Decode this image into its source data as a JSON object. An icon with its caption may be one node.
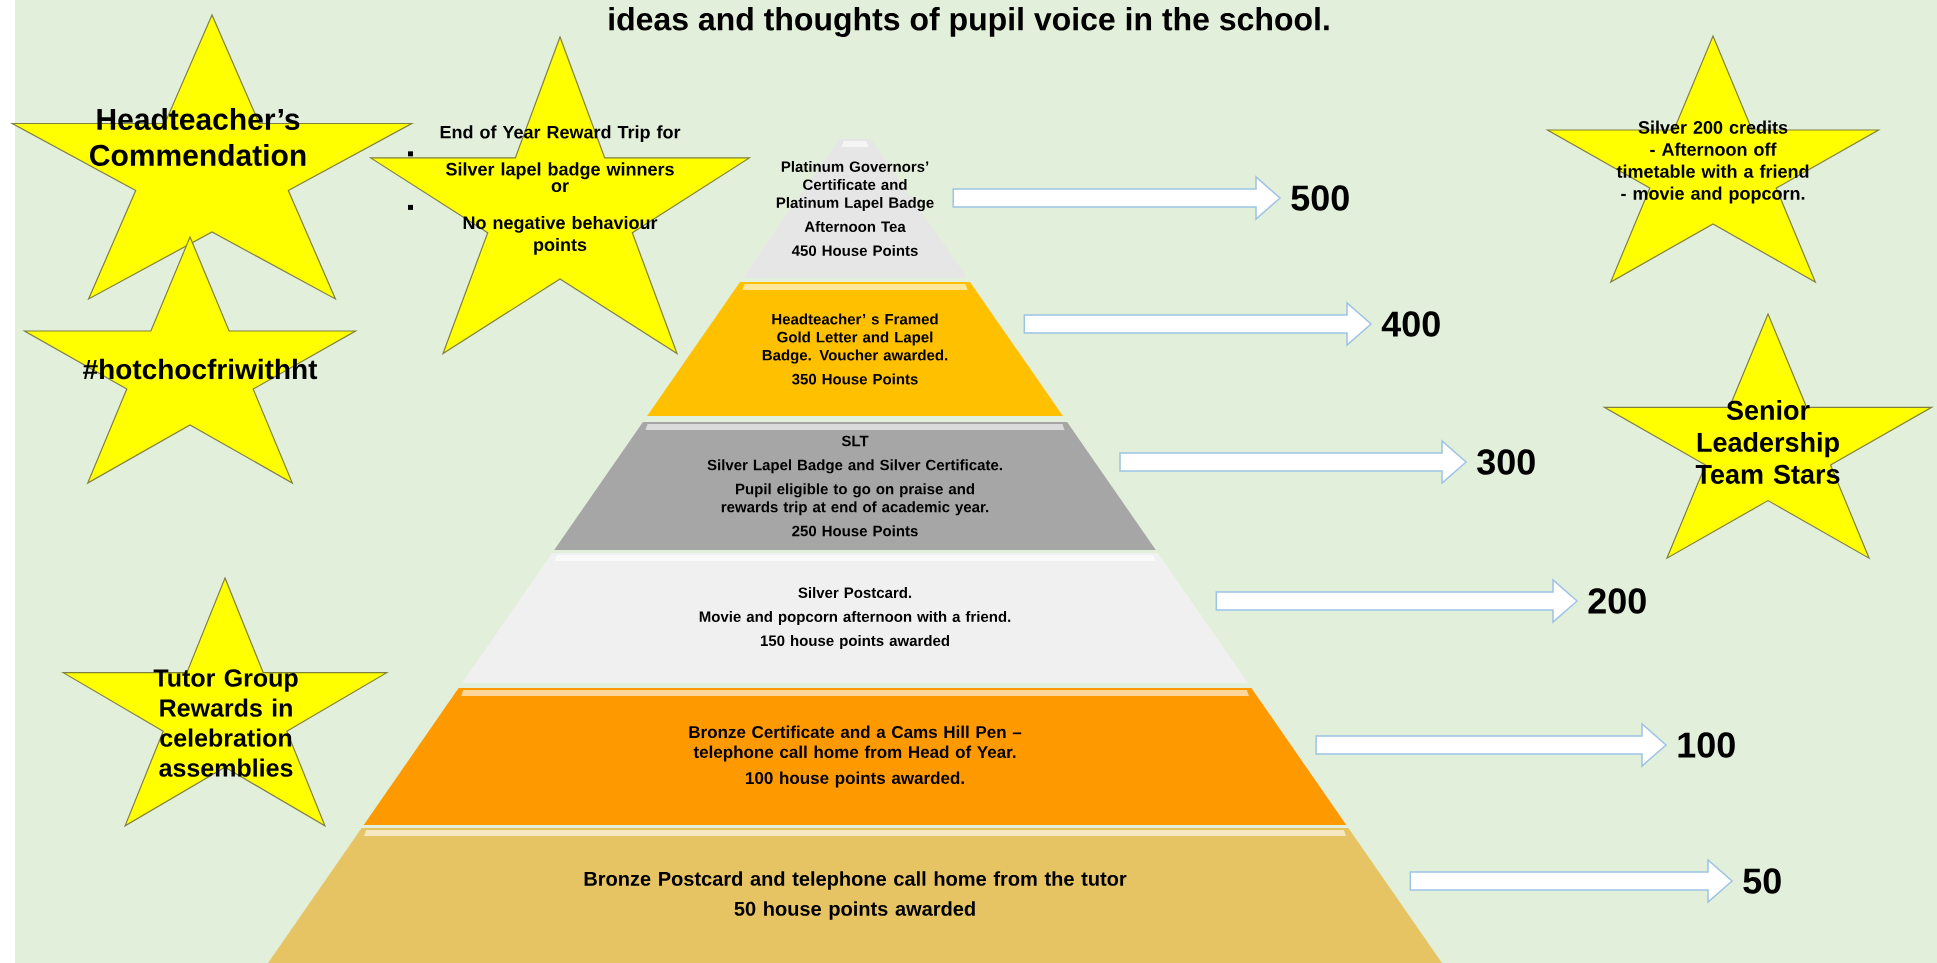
{
  "diagram": {
    "title": "ideas and thoughts of pupil voice in the school.",
    "nodes": [
      {
        "text": [
          "Headteacher’s Commendation"
        ]
      },
      {
        "text": [
          "End of Year Reward Trip for",
          "Silver lapel badge winners",
          "or",
          "No negative behaviour points"
        ]
      },
      {
        "text": [
          "Silver 200 credits - Afternoon off timetable with a friend - movie and popcorn."
        ]
      },
      {
        "text": [
          "#hotchocfriwithht"
        ]
      },
      {
        "text": [
          "Senior Leadership Team Stars"
        ]
      },
      {
        "text": [
          "Tutor Group Rewards in celebration assemblies"
        ]
      },
      {
        "text": [
          "Platinum Governors’ Certificate and Platinum Lapel Badge",
          "Afternoon Tea",
          "450 House Points"
        ]
      },
      {
        "text": [
          "Headteacher’ s Framed Gold Letter and Lapel Badge. Voucher awarded.",
          "350 House Points"
        ]
      },
      {
        "text": [
          "SLT",
          "Silver Lapel Badge and Silver Certificate.",
          "Pupil eligible to go on praise and rewards trip at end of academic year.",
          "250 House Points"
        ]
      },
      {
        "text": [
          "Silver Postcard.",
          "Movie and popcorn afternoon with a friend.",
          "150 house points awarded"
        ]
      },
      {
        "text": [
          "Bronze Certificate and a Cams Hill Pen – telephone call home from Head of Year.",
          "100 house points awarded."
        ]
      },
      {
        "text": [
          "Bronze Postcard and telephone call home from the tutor",
          "50 house points awarded"
        ]
      },
      {
        "text": [
          "500"
        ]
      },
      {
        "text": [
          "400"
        ]
      },
      {
        "text": [
          "300"
        ]
      },
      {
        "text": [
          "200"
        ]
      },
      {
        "text": [
          "100"
        ]
      },
      {
        "text": [
          "50"
        ]
      }
    ],
    "edges": [
      {
        "from": 6,
        "to": 12,
        "arrow": "to"
      },
      {
        "from": 7,
        "to": 13,
        "arrow": "to"
      },
      {
        "from": 8,
        "to": 14,
        "arrow": "to"
      },
      {
        "from": 9,
        "to": 15,
        "arrow": "to"
      },
      {
        "from": 10,
        "to": 16,
        "arrow": "to"
      },
      {
        "from": 11,
        "to": 17,
        "arrow": "to"
      }
    ]
  }
}
